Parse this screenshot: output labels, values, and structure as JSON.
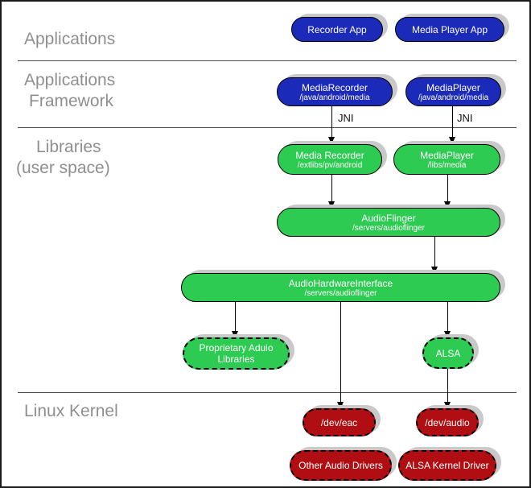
{
  "diagram": {
    "sections": {
      "applications": {
        "line1": "Applications"
      },
      "framework": {
        "line1": "Applications",
        "line2": "Framework"
      },
      "libraries": {
        "line1": "Libraries",
        "line2": "(user space)"
      },
      "kernel": {
        "line1": "Linux Kernel"
      }
    },
    "connectors": {
      "jni_left": "JNI",
      "jni_right": "JNI"
    },
    "nodes": {
      "recorder_app": {
        "title": "Recorder App"
      },
      "media_player_app": {
        "title": "Media Player App"
      },
      "media_recorder_fw": {
        "title": "MediaRecorder",
        "subtitle": "/java/android/media"
      },
      "media_player_fw": {
        "title": "MediaPlayer",
        "subtitle": "/java/android/media"
      },
      "media_recorder_lib": {
        "title": "Media Recorder",
        "subtitle": "/extlibs/pv/android"
      },
      "media_player_lib": {
        "title": "MediaPlayer",
        "subtitle": "/libs/media"
      },
      "audioflinger": {
        "title": "AudioFlinger",
        "subtitle": "/servers/audioflinger"
      },
      "audio_hardware_interface": {
        "title": "AudioHardwareInterface",
        "subtitle": "/servers/audioflinger"
      },
      "proprietary_audio_libraries": {
        "line1": "Proprietary Aduio",
        "line2": "Libraries"
      },
      "alsa": {
        "title": "ALSA"
      },
      "dev_eac": {
        "title": "/dev/eac"
      },
      "dev_audio": {
        "title": "/dev/audio"
      },
      "other_audio_drivers": {
        "title": "Other Audio Drivers"
      },
      "alsa_kernel_driver": {
        "title": "ALSA Kernel Driver"
      }
    },
    "colors": {
      "app_blue": "#1b2ab8",
      "lib_green": "#2ecb53",
      "kernel_red": "#b00e13",
      "label_gray": "#8f8f8f",
      "shadow_gray": "#c9c9c9"
    }
  }
}
